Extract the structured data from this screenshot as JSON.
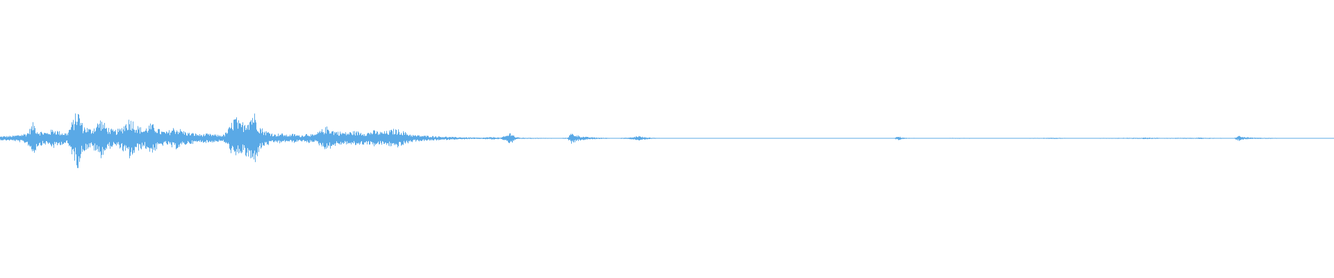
{
  "waveform": {
    "color": "#5aa9e6",
    "baseline_color": "#5aa9e6",
    "background": "#ffffff",
    "envelope": [
      [
        0.0,
        0.03
      ],
      [
        0.01,
        0.04
      ],
      [
        0.02,
        0.08
      ],
      [
        0.025,
        0.25
      ],
      [
        0.028,
        0.12
      ],
      [
        0.035,
        0.09
      ],
      [
        0.04,
        0.15
      ],
      [
        0.045,
        0.1
      ],
      [
        0.05,
        0.08
      ],
      [
        0.055,
        0.3
      ],
      [
        0.058,
        0.45
      ],
      [
        0.062,
        0.2
      ],
      [
        0.068,
        0.14
      ],
      [
        0.072,
        0.22
      ],
      [
        0.075,
        0.3
      ],
      [
        0.08,
        0.18
      ],
      [
        0.085,
        0.12
      ],
      [
        0.09,
        0.15
      ],
      [
        0.095,
        0.28
      ],
      [
        0.098,
        0.32
      ],
      [
        0.102,
        0.2
      ],
      [
        0.108,
        0.14
      ],
      [
        0.112,
        0.22
      ],
      [
        0.116,
        0.2
      ],
      [
        0.12,
        0.12
      ],
      [
        0.125,
        0.1
      ],
      [
        0.13,
        0.17
      ],
      [
        0.135,
        0.14
      ],
      [
        0.14,
        0.09
      ],
      [
        0.145,
        0.08
      ],
      [
        0.15,
        0.06
      ],
      [
        0.155,
        0.07
      ],
      [
        0.16,
        0.06
      ],
      [
        0.165,
        0.05
      ],
      [
        0.168,
        0.06
      ],
      [
        0.172,
        0.18
      ],
      [
        0.176,
        0.35
      ],
      [
        0.18,
        0.22
      ],
      [
        0.185,
        0.3
      ],
      [
        0.19,
        0.42
      ],
      [
        0.194,
        0.2
      ],
      [
        0.198,
        0.12
      ],
      [
        0.202,
        0.1
      ],
      [
        0.206,
        0.06
      ],
      [
        0.21,
        0.08
      ],
      [
        0.215,
        0.05
      ],
      [
        0.22,
        0.07
      ],
      [
        0.225,
        0.04
      ],
      [
        0.23,
        0.08
      ],
      [
        0.235,
        0.05
      ],
      [
        0.24,
        0.12
      ],
      [
        0.245,
        0.18
      ],
      [
        0.25,
        0.12
      ],
      [
        0.255,
        0.1
      ],
      [
        0.26,
        0.09
      ],
      [
        0.265,
        0.11
      ],
      [
        0.27,
        0.1
      ],
      [
        0.275,
        0.09
      ],
      [
        0.28,
        0.12
      ],
      [
        0.285,
        0.1
      ],
      [
        0.29,
        0.11
      ],
      [
        0.295,
        0.14
      ],
      [
        0.3,
        0.13
      ],
      [
        0.305,
        0.08
      ],
      [
        0.31,
        0.05
      ],
      [
        0.32,
        0.04
      ],
      [
        0.33,
        0.03
      ],
      [
        0.34,
        0.02
      ],
      [
        0.35,
        0.015
      ],
      [
        0.36,
        0.01
      ],
      [
        0.37,
        0.02
      ],
      [
        0.375,
        0.01
      ],
      [
        0.38,
        0.05
      ],
      [
        0.383,
        0.1
      ],
      [
        0.386,
        0.02
      ],
      [
        0.39,
        0.01
      ],
      [
        0.4,
        0.008
      ],
      [
        0.41,
        0.006
      ],
      [
        0.42,
        0.005
      ],
      [
        0.425,
        0.01
      ],
      [
        0.428,
        0.08
      ],
      [
        0.432,
        0.05
      ],
      [
        0.436,
        0.03
      ],
      [
        0.44,
        0.02
      ],
      [
        0.45,
        0.01
      ],
      [
        0.46,
        0.005
      ],
      [
        0.47,
        0.01
      ],
      [
        0.475,
        0.02
      ],
      [
        0.478,
        0.04
      ],
      [
        0.482,
        0.02
      ],
      [
        0.488,
        0.01
      ],
      [
        0.5,
        0.003
      ],
      [
        0.55,
        0.003
      ],
      [
        0.6,
        0.003
      ],
      [
        0.65,
        0.003
      ],
      [
        0.67,
        0.004
      ],
      [
        0.673,
        0.03
      ],
      [
        0.676,
        0.015
      ],
      [
        0.68,
        0.006
      ],
      [
        0.7,
        0.005
      ],
      [
        0.72,
        0.006
      ],
      [
        0.75,
        0.005
      ],
      [
        0.78,
        0.006
      ],
      [
        0.79,
        0.01
      ],
      [
        0.8,
        0.005
      ],
      [
        0.83,
        0.006
      ],
      [
        0.85,
        0.008
      ],
      [
        0.86,
        0.012
      ],
      [
        0.87,
        0.006
      ],
      [
        0.89,
        0.008
      ],
      [
        0.9,
        0.01
      ],
      [
        0.91,
        0.006
      ],
      [
        0.925,
        0.005
      ],
      [
        0.928,
        0.04
      ],
      [
        0.932,
        0.02
      ],
      [
        0.94,
        0.01
      ],
      [
        0.95,
        0.008
      ],
      [
        0.96,
        0.005
      ],
      [
        0.97,
        0.004
      ],
      [
        1.0,
        0.003
      ]
    ]
  }
}
